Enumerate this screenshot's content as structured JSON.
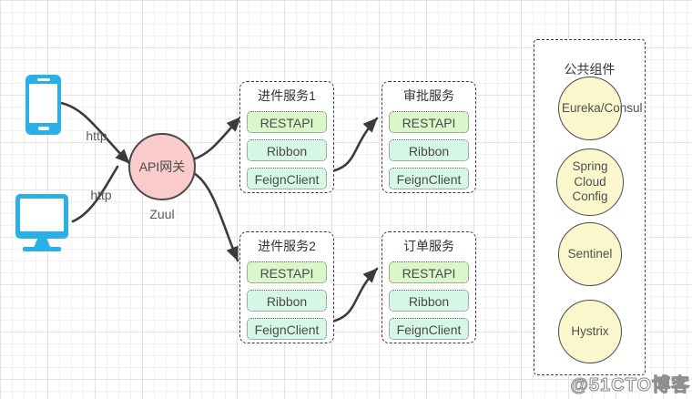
{
  "gateway": {
    "label": "API网关",
    "sublabel": "Zuul"
  },
  "clients": [
    {
      "icon": "smartphone-icon",
      "protocol_label": "http"
    },
    {
      "icon": "desktop-monitor-icon",
      "protocol_label": "http"
    }
  ],
  "services": [
    {
      "title": "进件服务1",
      "components": [
        "RESTAPI",
        "Ribbon",
        "FeignClient"
      ]
    },
    {
      "title": "审批服务",
      "components": [
        "RESTAPI",
        "Ribbon",
        "FeignClient"
      ]
    },
    {
      "title": "进件服务2",
      "components": [
        "RESTAPI",
        "Ribbon",
        "FeignClient"
      ]
    },
    {
      "title": "订单服务",
      "components": [
        "RESTAPI",
        "Ribbon",
        "FeignClient"
      ]
    }
  ],
  "common_components": {
    "title": "公共组件",
    "items": [
      "Eureka/Consul",
      "Spring Cloud Config",
      "Sentinel",
      "Hystrix"
    ]
  },
  "watermark": "@51CTO博客",
  "colors": {
    "client_blue": "#29b1e6",
    "gateway_pink": "#f9cbca",
    "restapi_green": "#d9f7c9",
    "component_mint": "#d7f7e6",
    "common_yellow": "#fbf8cd",
    "arrow_dark": "#3b3b3b",
    "grid_line": "#ececec"
  }
}
